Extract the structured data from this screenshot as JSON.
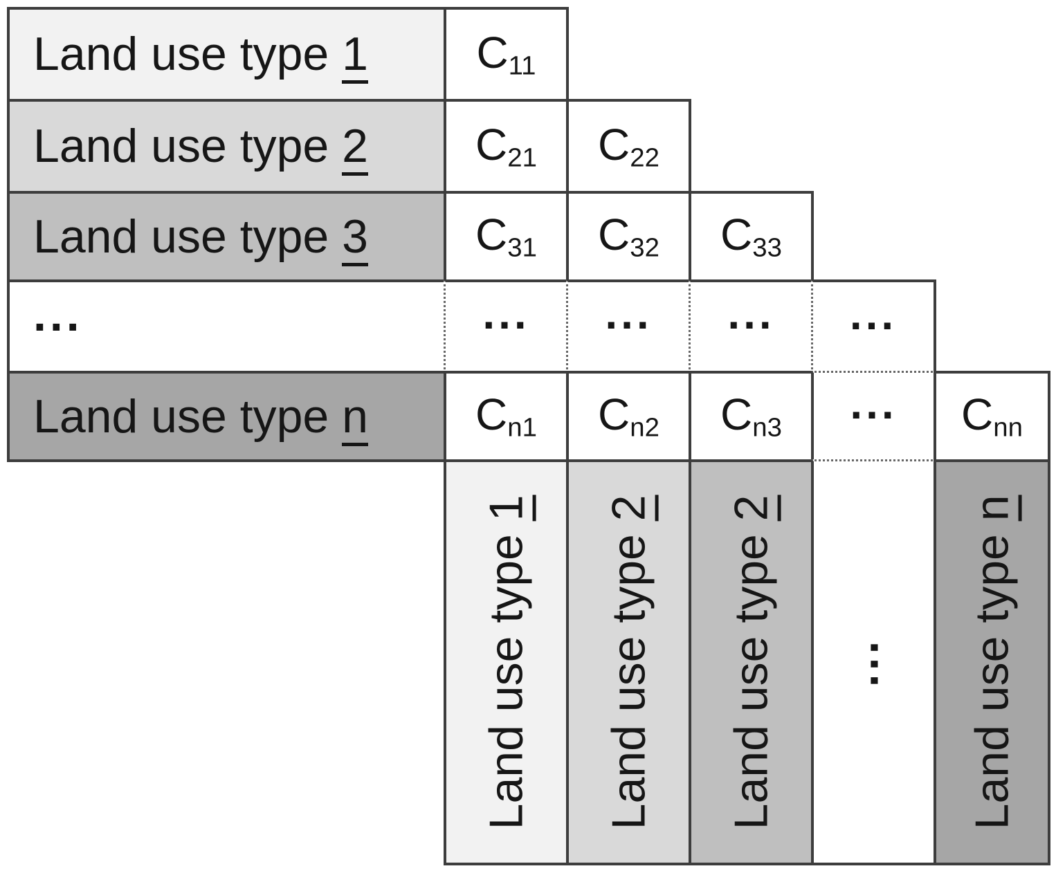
{
  "colors": {
    "shade_row1": "#f2f2f2",
    "shade_row2": "#d9d9d9",
    "shade_row3": "#bfbfbf",
    "shade_rown": "#a6a6a6",
    "cell_background": "#ffffff",
    "border": "#3d3d3d",
    "dotted_border": "#666666",
    "text": "#161616"
  },
  "row_headers": [
    {
      "text": "Land use type ",
      "underlined": "1"
    },
    {
      "text": "Land use type ",
      "underlined": "2"
    },
    {
      "text": "Land use type ",
      "underlined": "3"
    },
    {
      "text": "...",
      "underlined": ""
    },
    {
      "text": "Land use type ",
      "underlined": "n"
    }
  ],
  "col_headers": [
    {
      "text": "Land use type ",
      "underlined": "1"
    },
    {
      "text": "Land use type ",
      "underlined": "2"
    },
    {
      "text": "Land use type ",
      "underlined": "2"
    },
    {
      "text": "...",
      "underlined": ""
    },
    {
      "text": "Land use type ",
      "underlined": "n"
    }
  ],
  "cells": [
    [
      {
        "base": "C",
        "sub": "11"
      }
    ],
    [
      {
        "base": "C",
        "sub": "21"
      },
      {
        "base": "C",
        "sub": "22"
      }
    ],
    [
      {
        "base": "C",
        "sub": "31"
      },
      {
        "base": "C",
        "sub": "32"
      },
      {
        "base": "C",
        "sub": "33"
      }
    ],
    [
      {
        "base": "...",
        "sub": ""
      },
      {
        "base": "...",
        "sub": ""
      },
      {
        "base": "...",
        "sub": ""
      },
      {
        "base": "...",
        "sub": ""
      }
    ],
    [
      {
        "base": "C",
        "sub": "n1"
      },
      {
        "base": "C",
        "sub": "n2"
      },
      {
        "base": "C",
        "sub": "n3"
      },
      {
        "base": "...",
        "sub": ""
      },
      {
        "base": "C",
        "sub": "nn"
      }
    ]
  ]
}
